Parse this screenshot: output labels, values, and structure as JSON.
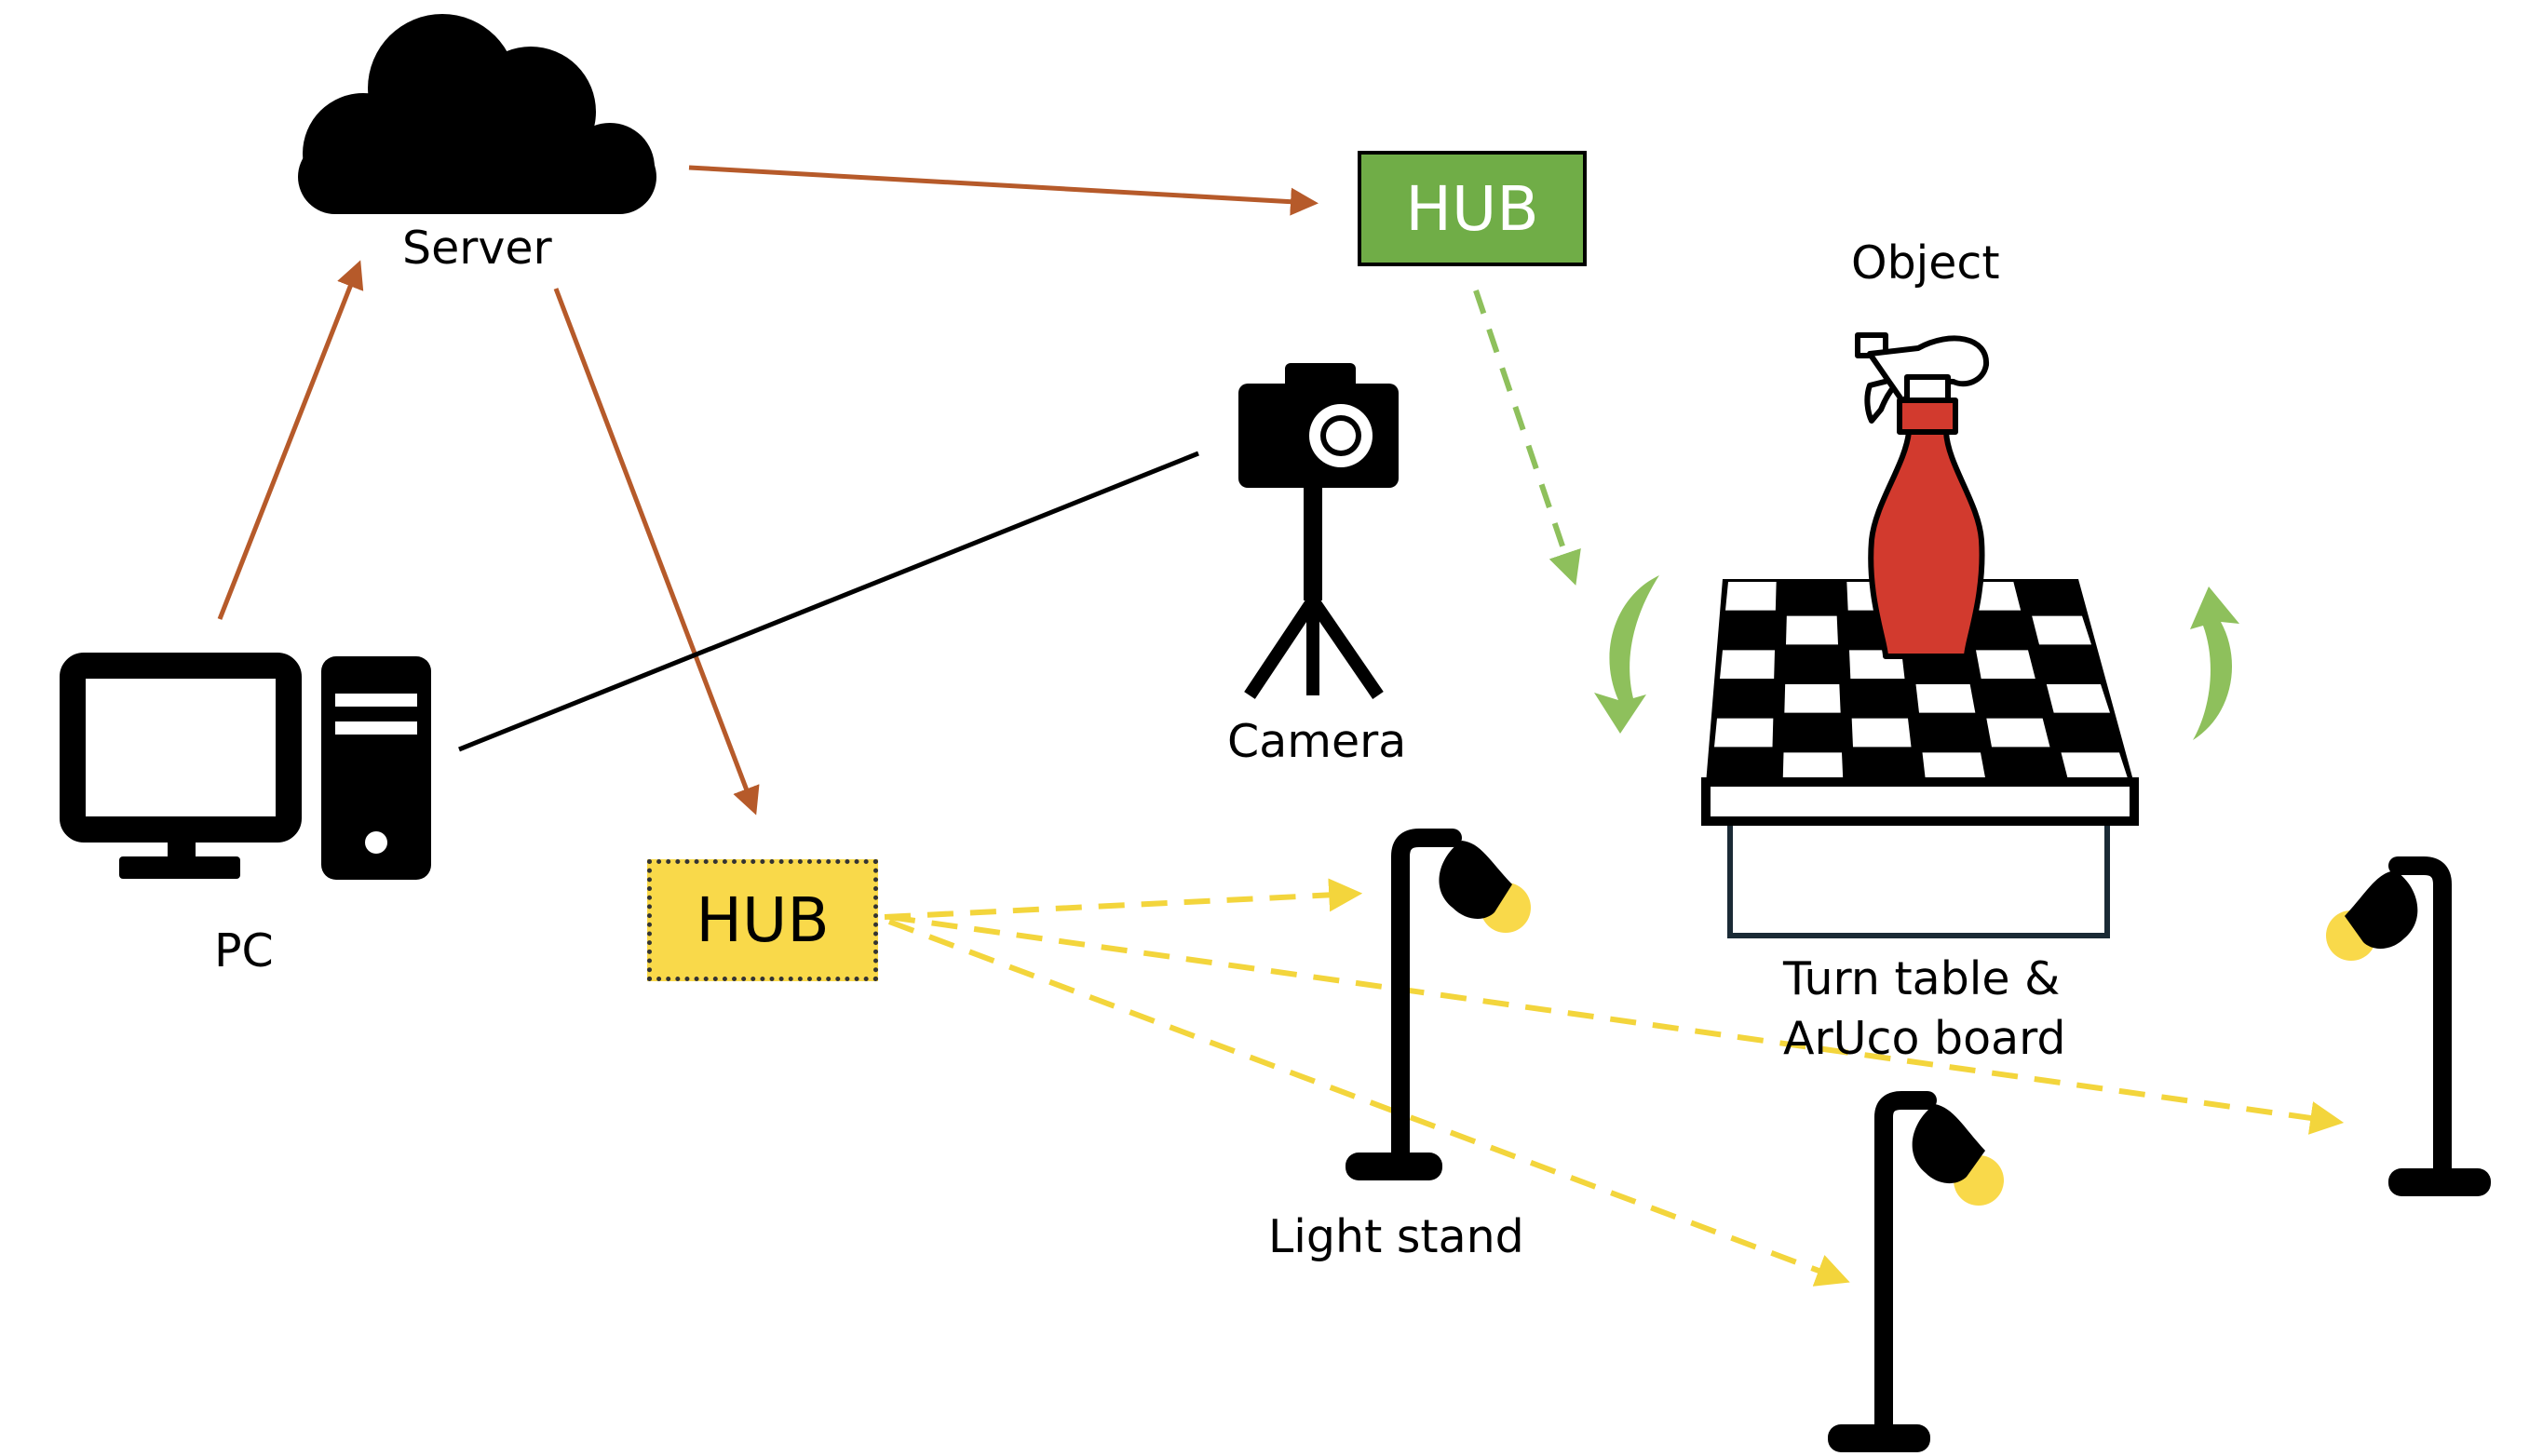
{
  "labels": {
    "server": "Server",
    "pc": "PC",
    "camera": "Camera",
    "object": "Object",
    "turntable_line1": "Turn table &",
    "turntable_line2": "ArUco board",
    "light_stand": "Light stand"
  },
  "hubs": {
    "cloud_hub": "HUB",
    "light_hub": "HUB"
  },
  "colors": {
    "server_link": "#b65a2a",
    "cloud_hub_fill": "#70ad47",
    "light_hub_fill": "#f9d94a",
    "light_signal": "#f3d53c",
    "rotation_arrow": "#8ec05c",
    "bottle": "#d23a2e",
    "bulb": "#f9d94a",
    "icon": "#000000"
  },
  "icons": [
    "cloud-icon",
    "desktop-computer-icon",
    "camera-on-tripod-icon",
    "spray-bottle-icon",
    "checkerboard-turntable-icon",
    "desk-lamp-icon",
    "rotation-arrow-icon"
  ]
}
